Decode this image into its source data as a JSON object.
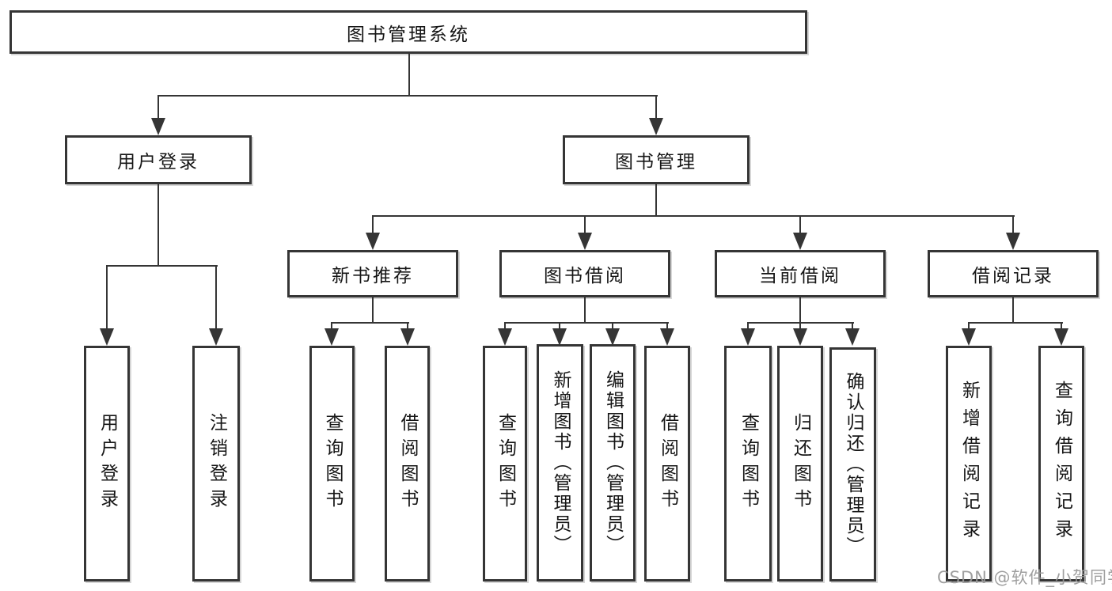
{
  "diagram": {
    "type": "hierarchy-tree",
    "orientation": "top-down",
    "colors": {
      "line": "#353535",
      "box_border": "#353535",
      "box_fill": "#ffffff",
      "text": "#161616",
      "watermark": "#9a9a9a",
      "background": "#ffffff"
    }
  },
  "tree": {
    "label": "图书管理系统",
    "children": [
      {
        "label": "用户登录",
        "children": [
          {
            "label": "用户登录"
          },
          {
            "label": "注销登录"
          }
        ]
      },
      {
        "label": "图书管理",
        "children": [
          {
            "label": "新书推荐",
            "children": [
              {
                "label": "查询图书"
              },
              {
                "label": "借阅图书"
              }
            ]
          },
          {
            "label": "图书借阅",
            "children": [
              {
                "label": "查询图书"
              },
              {
                "label": "新增图书（管理员）"
              },
              {
                "label": "编辑图书（管理员）"
              },
              {
                "label": "借阅图书"
              }
            ]
          },
          {
            "label": "当前借阅",
            "children": [
              {
                "label": "查询图书"
              },
              {
                "label": "归还图书"
              },
              {
                "label": "确认归还（管理员）"
              }
            ]
          },
          {
            "label": "借阅记录",
            "children": [
              {
                "label": "新增借阅记录"
              },
              {
                "label": "查询借阅记录"
              }
            ]
          }
        ]
      }
    ]
  },
  "watermark": {
    "text": "CSDN @软件_小贺同学"
  }
}
